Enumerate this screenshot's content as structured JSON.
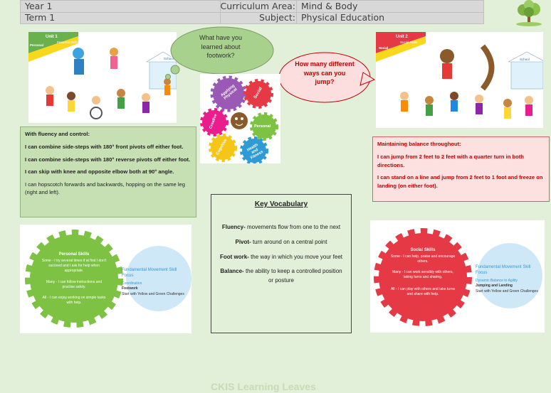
{
  "header": {
    "year_label": "Year 1",
    "term_label": "Term 1",
    "area_key": "Curriculum Area:",
    "area_val": "Mind & Body",
    "subject_key": "Subject:",
    "subject_val": "Physical Education"
  },
  "bubbles": {
    "learned": "What have you learned about footwork?",
    "jump": "How many different ways can you jump?"
  },
  "unit1": {
    "unit": "Unit 1",
    "tag": "Personal",
    "skill": "Personal Skills",
    "school": "School"
  },
  "unit2": {
    "unit": "Unit 2",
    "tag": "Social",
    "skill": "Social Skills",
    "school": "School"
  },
  "center_gears": [
    "Applying Physical",
    "Social",
    "Creative",
    "Personal",
    "Cognitive",
    "Health and Fitness"
  ],
  "green_box": {
    "heading": "With fluency and control:",
    "items": [
      "I can combine side-steps with 180° front pivots off either foot.",
      "I can combine side-steps with 180° reverse pivots off either foot.",
      "I can skip with knee and opposite elbow both at 90° angle.",
      "I can hopscotch forwards and backwards, hopping on the same leg (right and left)."
    ]
  },
  "red_box": {
    "heading": "Maintaining balance throughout:",
    "items": [
      "I can jump from 2 feet to 2 feet with a quarter turn in both directions.",
      "I can stand on a line and jump from 2 feet to 1 foot and freeze on landing (on either foot)."
    ]
  },
  "vocab": {
    "title": "Key Vocabulary",
    "items": [
      {
        "term": "Fluency-",
        "def": " movements flow from one to the next"
      },
      {
        "term": "Pivot-",
        "def": " turn around on a central point"
      },
      {
        "term": "Foot work-",
        "def": " the way in which you move your feet"
      },
      {
        "term": "Balance-",
        "def": " the ability to keep a controlled position or posture"
      }
    ]
  },
  "personal_gear": {
    "title": "Personal Skills",
    "some": "Some - I try several times if at first I don't succeed and I ask for help when appropriate.",
    "many": "Many - I can follow instructions and practise safely.",
    "all": "All - I can enjoy working on simple tasks with help.",
    "focus_title": "Fundamental Movement Skill Focus",
    "focus_skill": "Coordination",
    "focus_sub": "Footwork",
    "focus_note": "Start with Yellow and Green Challenges"
  },
  "social_gear": {
    "title": "Social Skills",
    "some": "Some - I can help, praise and encourage others.",
    "many": "Many - I can work sensibly with others, taking turns and sharing.",
    "all": "All - I can play with others and take turns and share with help.",
    "focus_title": "Fundamental Movement Skill Focus",
    "focus_skill": "Dynamic Balance to Agility",
    "focus_sub": "Jumping and Landing",
    "focus_note": "Start with Yellow and Green Challenges"
  },
  "footer": "CKIS Learning Leaves",
  "colors": {
    "green_gear": "#7dc242",
    "red_gear": "#e63946",
    "focus_circle": "#cfe8f7",
    "focus_text": "#2e9ad6"
  }
}
